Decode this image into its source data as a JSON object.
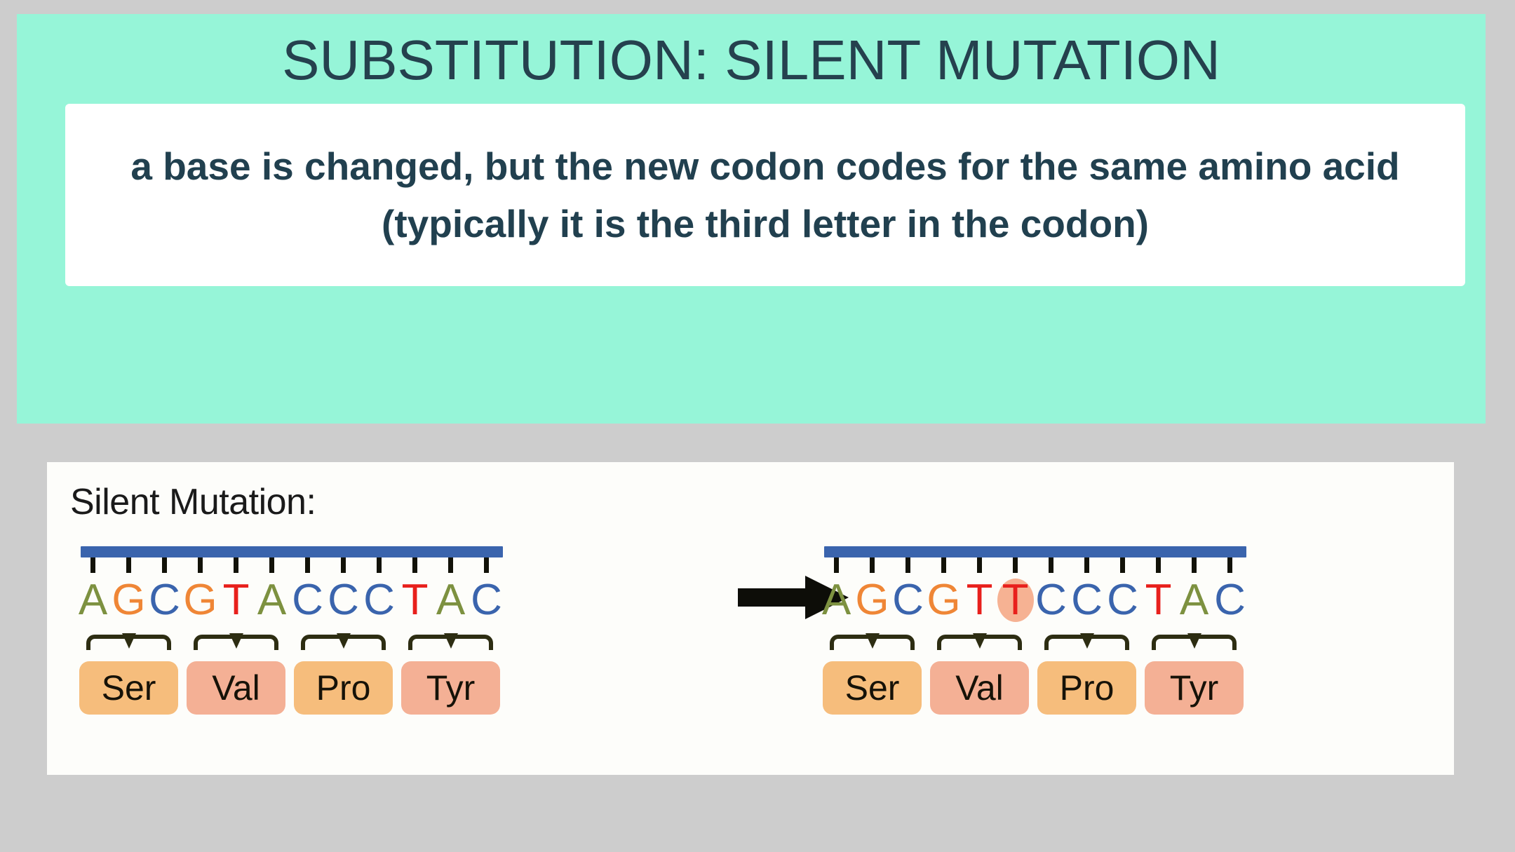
{
  "slide": {
    "title": "SUBSTITUTION: SILENT MUTATION",
    "body_text": "a base is changed, but the new codon codes for the same amino acid (typically it is the third letter in the codon)",
    "colors": {
      "page_background": "#cdcdcd",
      "panel_background": "#96f5d8",
      "title_text": "#25414e",
      "body_box_background": "#ffffff",
      "body_text": "#21404f"
    }
  },
  "diagram": {
    "label": "Silent Mutation:",
    "card_background": "#fdfdfa",
    "arrow_icon": "right-arrow-icon",
    "backbone_color": "#3a64ad",
    "tick_color": "#121208",
    "bracket_color": "#2d2d12",
    "base_colors": {
      "A": "#7d9140",
      "G": "#ef8636",
      "C": "#3a64ad",
      "T": "#e8201c"
    },
    "pill_colors": {
      "orange": "#f6bd7c",
      "salmon": "#f4b095"
    },
    "highlight_color": "#f6b293",
    "before": {
      "sequence": "AGCGTACCCTAC",
      "bases": [
        {
          "letter": "A",
          "highlight": false
        },
        {
          "letter": "G",
          "highlight": false
        },
        {
          "letter": "C",
          "highlight": false
        },
        {
          "letter": "G",
          "highlight": false
        },
        {
          "letter": "T",
          "highlight": false
        },
        {
          "letter": "A",
          "highlight": false
        },
        {
          "letter": "C",
          "highlight": false
        },
        {
          "letter": "C",
          "highlight": false
        },
        {
          "letter": "C",
          "highlight": false
        },
        {
          "letter": "T",
          "highlight": false
        },
        {
          "letter": "A",
          "highlight": false
        },
        {
          "letter": "C",
          "highlight": false
        }
      ],
      "codons": [
        "AGC",
        "GTA",
        "CCC",
        "TAC"
      ],
      "amino_acids": [
        {
          "label": "Ser",
          "color": "orange"
        },
        {
          "label": "Val",
          "color": "salmon"
        },
        {
          "label": "Pro",
          "color": "orange"
        },
        {
          "label": "Tyr",
          "color": "salmon"
        }
      ]
    },
    "after": {
      "sequence": "AGCGTTCCCTAC",
      "bases": [
        {
          "letter": "A",
          "highlight": false
        },
        {
          "letter": "G",
          "highlight": false
        },
        {
          "letter": "C",
          "highlight": false
        },
        {
          "letter": "G",
          "highlight": false
        },
        {
          "letter": "T",
          "highlight": false
        },
        {
          "letter": "T",
          "highlight": true
        },
        {
          "letter": "C",
          "highlight": false
        },
        {
          "letter": "C",
          "highlight": false
        },
        {
          "letter": "C",
          "highlight": false
        },
        {
          "letter": "T",
          "highlight": false
        },
        {
          "letter": "A",
          "highlight": false
        },
        {
          "letter": "C",
          "highlight": false
        }
      ],
      "codons": [
        "AGC",
        "GTT",
        "CCC",
        "TAC"
      ],
      "amino_acids": [
        {
          "label": "Ser",
          "color": "orange"
        },
        {
          "label": "Val",
          "color": "salmon"
        },
        {
          "label": "Pro",
          "color": "orange"
        },
        {
          "label": "Tyr",
          "color": "salmon"
        }
      ]
    }
  }
}
